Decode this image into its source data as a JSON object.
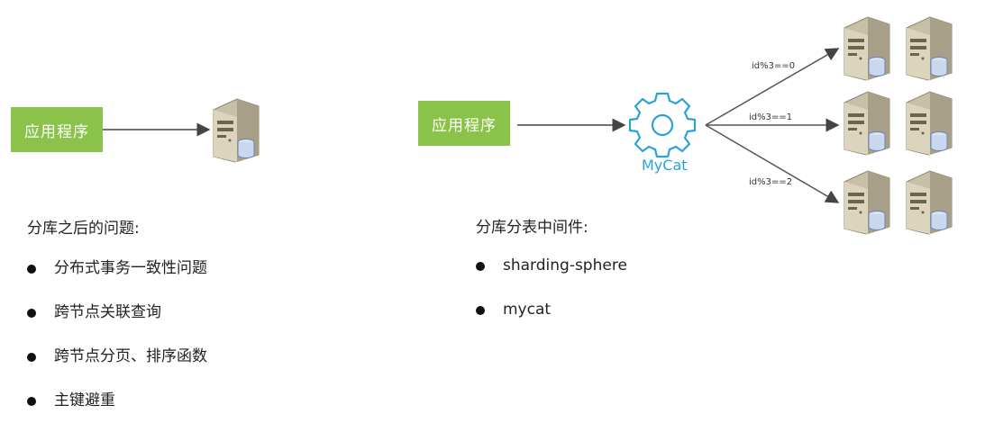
{
  "left": {
    "app_label": "应用程序",
    "heading": "分库之后的问题:",
    "issues": [
      "分布式事务一致性问题",
      "跨节点关联查询",
      "跨节点分页、排序函数",
      "主键避重"
    ]
  },
  "right": {
    "app_label": "应用程序",
    "middleware_label": "MyCat",
    "routes": [
      "id%3==0",
      "id%3==1",
      "id%3==2"
    ],
    "heading": "分库分表中间件:",
    "middlewares": [
      "sharding-sphere",
      "mycat"
    ]
  },
  "colors": {
    "app_box": "#8bc34a",
    "mycat": "#29a3d6",
    "arrow": "#444444"
  },
  "icons": [
    "database-server-icon",
    "gear-icon"
  ]
}
